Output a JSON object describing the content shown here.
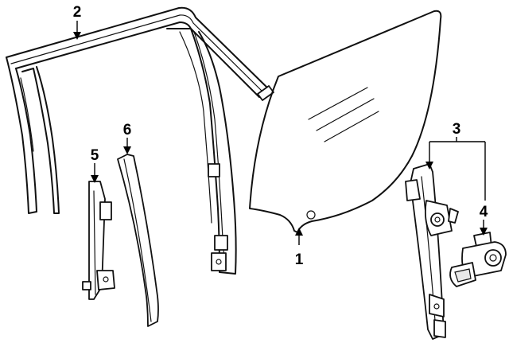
{
  "callouts": [
    {
      "number": "1",
      "part": "door-glass"
    },
    {
      "number": "2",
      "part": "glass-run-channel"
    },
    {
      "number": "3",
      "part": "window-regulator"
    },
    {
      "number": "4",
      "part": "regulator-motor"
    },
    {
      "number": "5",
      "part": "glass-guide-channel"
    },
    {
      "number": "6",
      "part": "division-bar-weatherstrip"
    }
  ]
}
